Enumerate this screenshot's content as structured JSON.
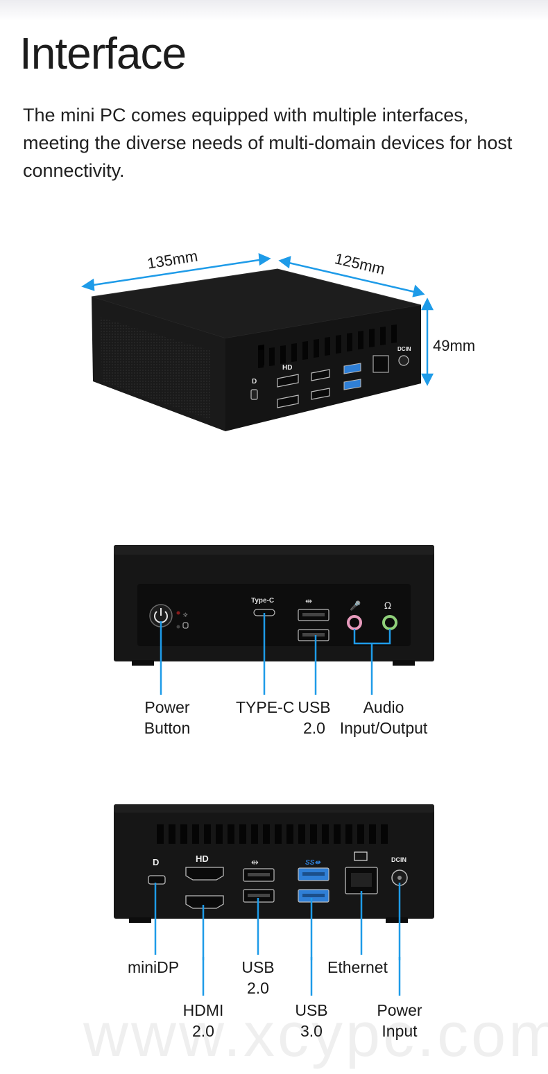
{
  "heading": {
    "title": "Interface",
    "description": "The mini PC comes equipped with multiple interfaces, meeting the diverse needs of multi-domain devices for host connectivity."
  },
  "dimensions": {
    "width": "135mm",
    "depth": "125mm",
    "height": "49mm"
  },
  "port_icons": {
    "hd": "HD",
    "dcin": "DCIN",
    "typec": "Type-C"
  },
  "front_labels": {
    "power_button_line1": "Power",
    "power_button_line2": "Button",
    "type_c": "TYPE-C",
    "usb_line1": "USB",
    "usb_line2": "2.0",
    "audio_line1": "Audio",
    "audio_line2": "Input/Output"
  },
  "rear_labels": {
    "minidp": "miniDP",
    "usb20_line1": "USB",
    "usb20_line2": "2.0",
    "ethernet": "Ethernet",
    "hdmi_line1": "HDMI",
    "hdmi_line2": "2.0",
    "usb30_line1": "USB",
    "usb30_line2": "3.0",
    "power_line1": "Power",
    "power_line2": "Input"
  },
  "watermark": "www.xcypc.com",
  "colors": {
    "accent": "#1e9be8",
    "device": "#151515",
    "mic": "#e89bbd",
    "headphone": "#8fd07a",
    "usb3": "#2f7fd6"
  }
}
